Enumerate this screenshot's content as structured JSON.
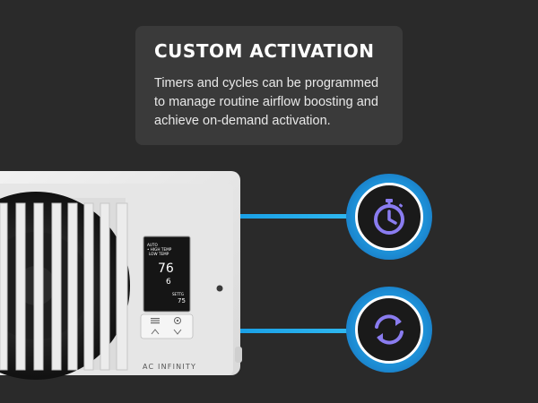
{
  "card": {
    "title": "CUSTOM ACTIVATION",
    "body": "Timers and cycles can be programmed to manage routine airflow boosting and achieve on-demand activation."
  },
  "device": {
    "brand": "AC INFINITY",
    "display": {
      "mode_line1": "AUTO",
      "mode_line2": "• HIGH TEMP",
      "mode_line3": "LOW TEMP",
      "main_temp": "76",
      "sub_value": "6",
      "setting_label": "SETTG",
      "setting_value": "75"
    },
    "buttons": [
      "menu-icon",
      "settings-icon",
      "up-arrow-icon",
      "down-arrow-icon"
    ]
  },
  "badges": [
    {
      "icon": "timer-icon"
    },
    {
      "icon": "cycle-icon"
    }
  ],
  "colors": {
    "background": "#2a2a2a",
    "card": "#3a3a3a",
    "accent": "#1aa0e6",
    "icon_purple": "#8a7cf0"
  }
}
